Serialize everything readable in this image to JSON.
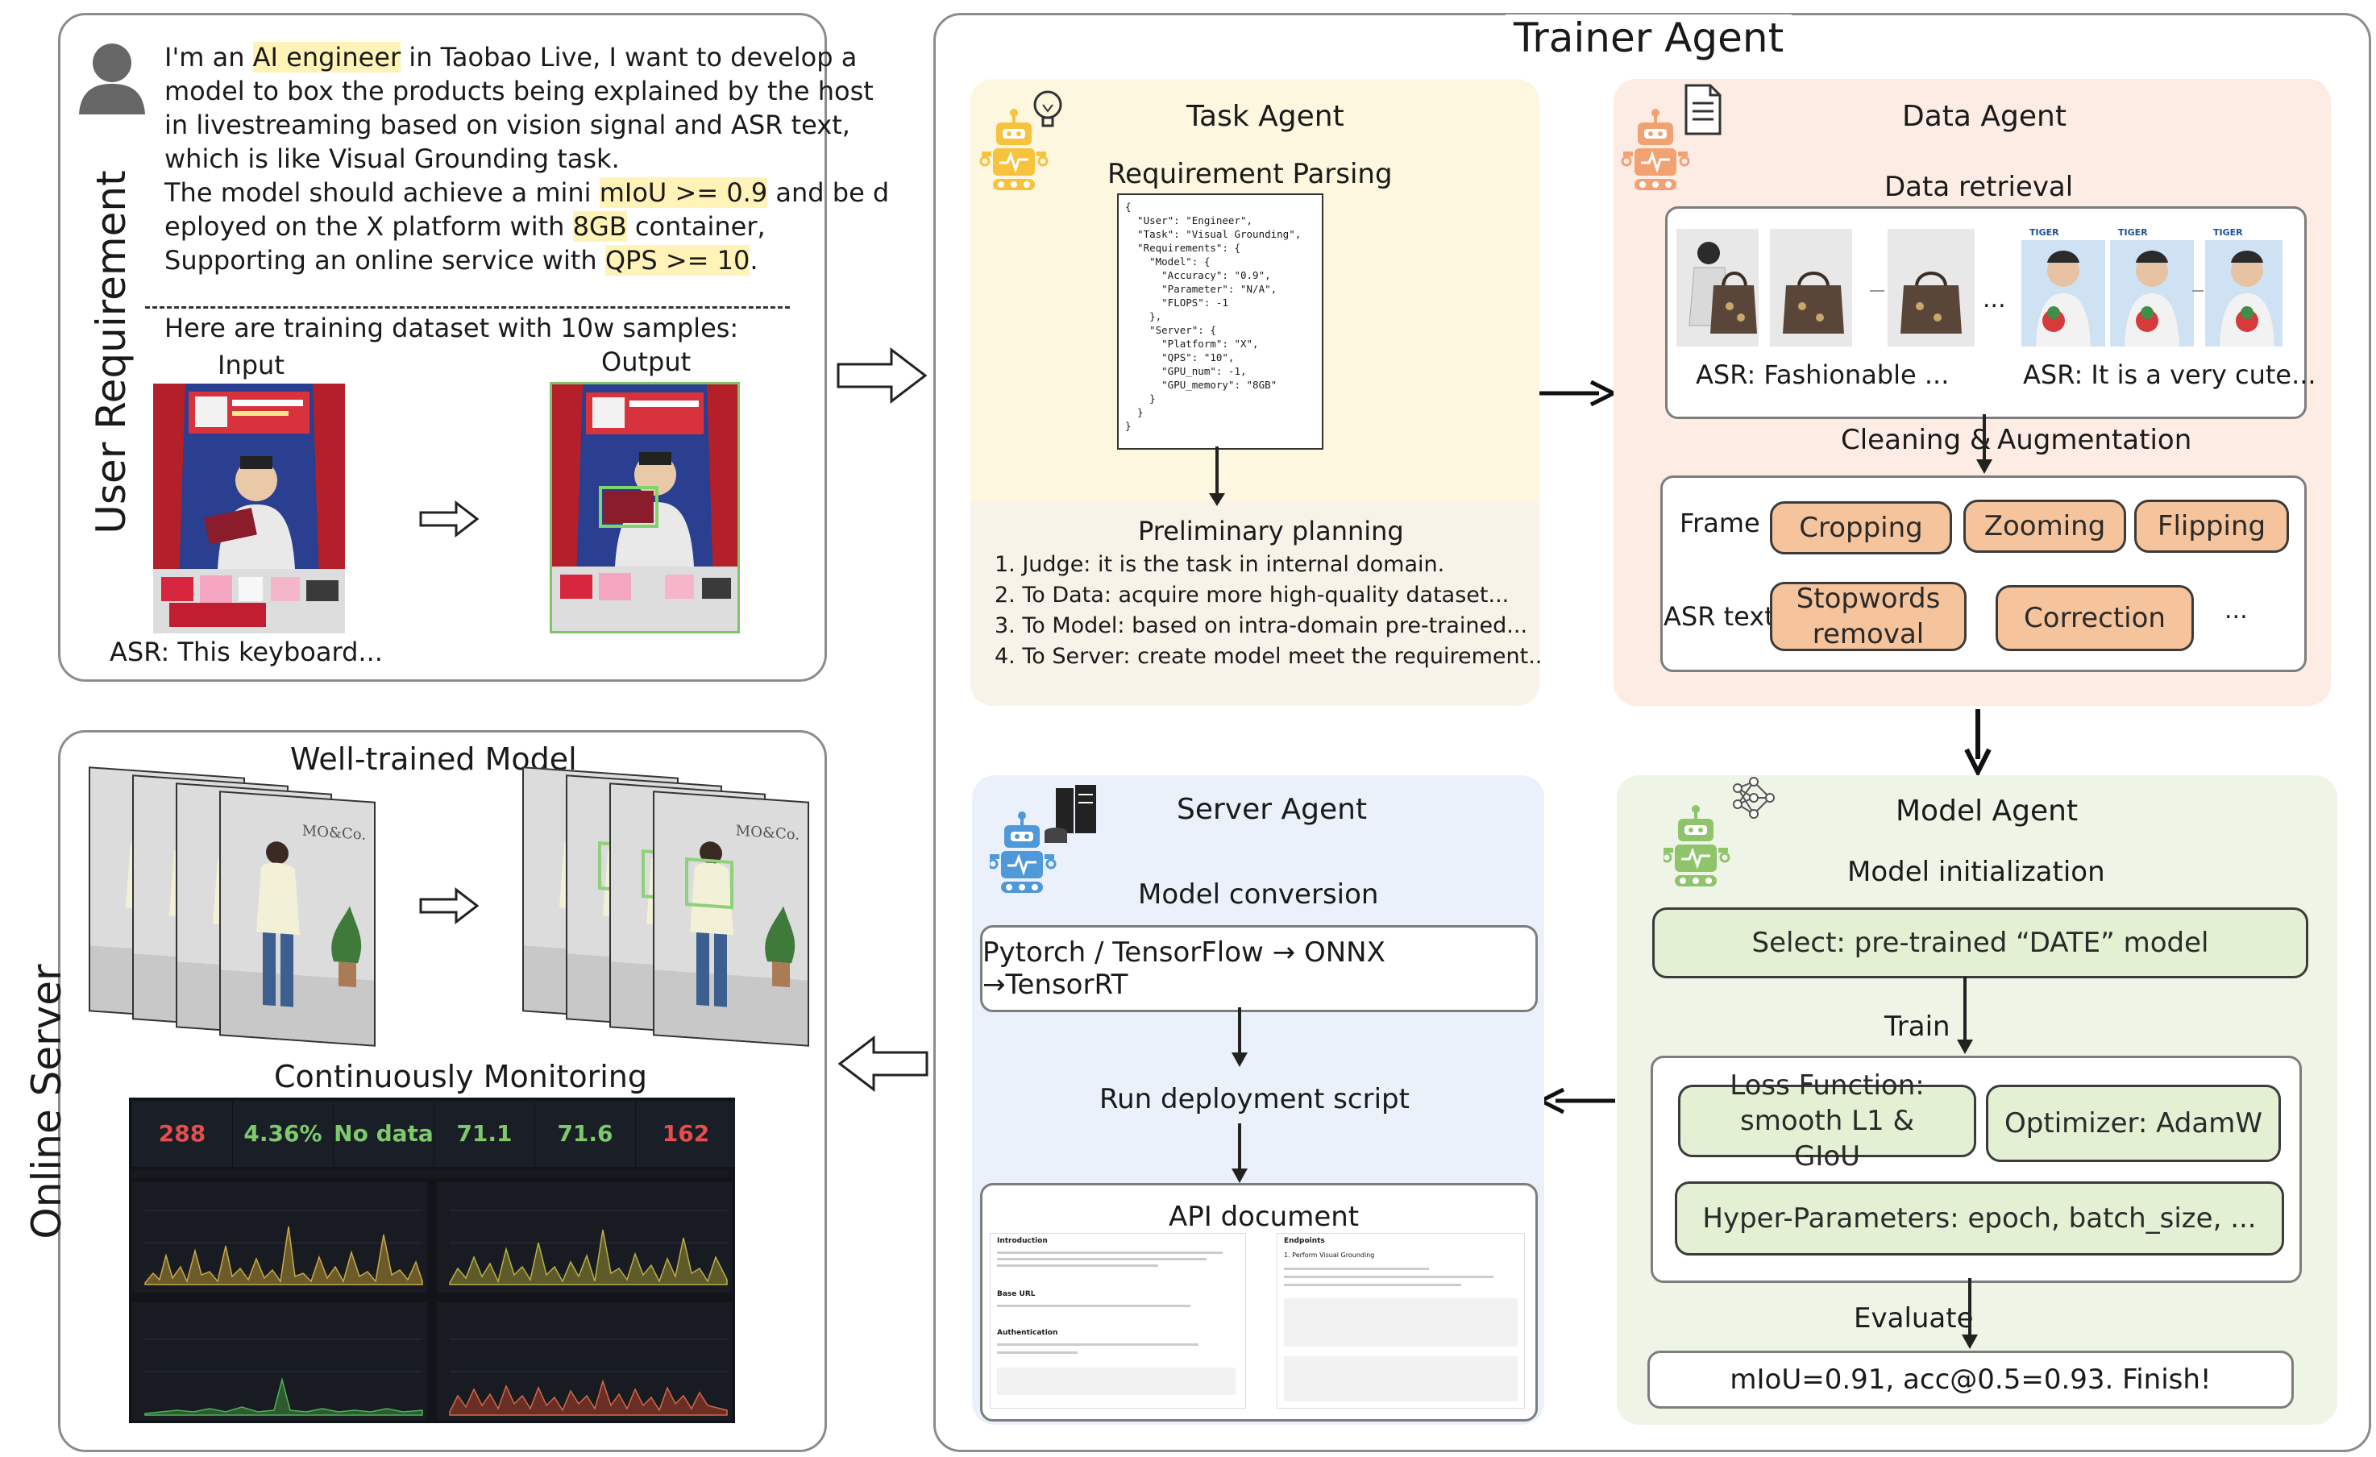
{
  "user_req": {
    "side_label": "User Requirement",
    "para": [
      [
        "I'm an ",
        "AI engineer",
        " in Taobao Live, I want to develop a"
      ],
      [
        "model to box the products being explained by the host"
      ],
      [
        "in livestreaming based on vision signal and ASR text,"
      ],
      [
        "which is like Visual Grounding task."
      ],
      [
        "The model should achieve a mini ",
        "mIoU >= 0.9",
        " and be d"
      ],
      [
        "eployed on the X platform with ",
        "8GB",
        " container,"
      ],
      [
        "Supporting an online service with ",
        "QPS >= 10",
        "."
      ]
    ],
    "dataset_line": "Here are training dataset with 10w samples:",
    "input_label": "Input",
    "output_label": "Output",
    "asr_caption": "ASR: This keyboard..."
  },
  "online": {
    "side_label": "Online Server",
    "model_title": "Well-trained Model",
    "monitor_title": "Continuously Monitoring",
    "frame_brand": "MO&Co.",
    "metrics": [
      {
        "value": "288",
        "color": "#e84d4d"
      },
      {
        "value": "4.36%",
        "color": "#7ec96b"
      },
      {
        "value": "No data",
        "color": "#7ec96b"
      },
      {
        "value": "71.1",
        "color": "#7ec96b"
      },
      {
        "value": "71.6",
        "color": "#7ec96b"
      },
      {
        "value": "162",
        "color": "#e84d4d"
      }
    ]
  },
  "trainer": {
    "title": "Trainer Agent",
    "task": {
      "title": "Task Agent",
      "parsing": "Requirement Parsing",
      "json_lines": [
        "{",
        "  \"User\": \"Engineer\",",
        "  \"Task\": \"Visual Grounding\",",
        "  \"Requirements\": {",
        "    \"Model\": {",
        "      \"Accuracy\": \"0.9\",",
        "      \"Parameter\": \"N/A\",",
        "      \"FLOPS\": -1",
        "    },",
        "    \"Server\": {",
        "      \"Platform\": \"X\",",
        "      \"QPS\": \"10\",",
        "      \"GPU_num\": -1,",
        "      \"GPU_memory\": \"8GB\"",
        "    }",
        "  }",
        "}"
      ],
      "planning": "Preliminary planning",
      "plan_items": [
        "1. Judge: it is the  task in internal domain.",
        "2. To Data: acquire more high-quality dataset...",
        "3. To Model: based on intra-domain pre-trained...",
        "4. To Server: create model meet the requirement.."
      ]
    },
    "data": {
      "title": "Data Agent",
      "retrieval": "Data retrieval",
      "asr_left": "ASR: Fashionable ...",
      "asr_right": "ASR: It is a very cute...",
      "ellipsis": "...",
      "cleaning": "Cleaning &",
      "augmentation": "Augmentation",
      "frame_label": "Frame",
      "asr_label": "ASR text",
      "chips": [
        "Cropping",
        "Zooming",
        "Flipping"
      ],
      "asr_chips": [
        "Stopwords removal",
        "Correction"
      ],
      "more": "...",
      "brand": "TIGER"
    },
    "server": {
      "title": "Server Agent",
      "conversion": "Model conversion",
      "pipeline": "Pytorch / TensorFlow → ONNX →TensorRT",
      "deploy": "Run deployment script",
      "api": "API document",
      "doc_left": [
        "Introduction",
        "Base URL",
        "Authentication"
      ],
      "doc_right": [
        "Endpoints",
        "1. Perform Visual Grounding"
      ]
    },
    "model": {
      "title": "Model Agent",
      "init": "Model initialization",
      "select": "Select: pre-trained “DATE” model",
      "train": "Train",
      "loss": "Loss Function: smooth L1 & GIoU",
      "optimizer": "Optimizer: AdamW",
      "hyper": "Hyper-Parameters: epoch, batch_size, ...",
      "evaluate": "Evaluate",
      "result": "mIoU=0.91,  acc@0.5=0.93.   Finish!"
    }
  },
  "colors": {
    "task_bg": "#fdf7e0",
    "data_bg": "#fcece3",
    "server_bg": "#eaf1fb",
    "model_bg": "#eef5e6",
    "chip_orange": "#f6c49c",
    "chip_green": "#e3f0d3",
    "icon_yellow": "#f7c23d",
    "icon_orange": "#f2a272",
    "icon_blue": "#4f98d9",
    "icon_green": "#8fc46a"
  }
}
